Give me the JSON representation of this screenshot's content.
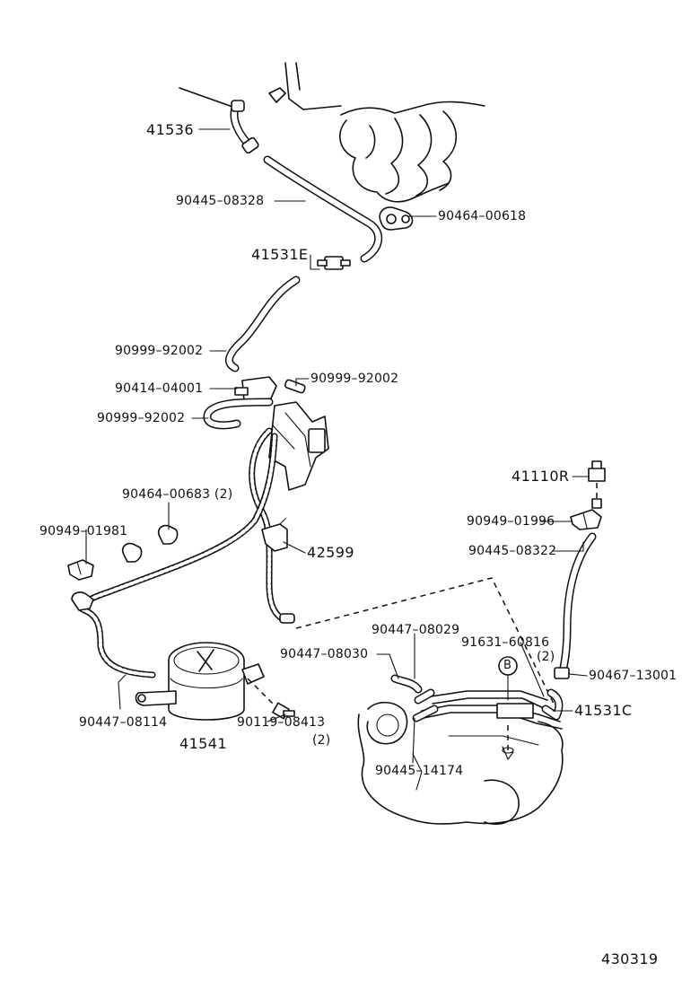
{
  "labels": {
    "p41536": "41536",
    "p90445_08328": "90445–08328",
    "p90464_00618": "90464–00618",
    "p41531E": "41531E",
    "p90999_92002_a": "90999–92002",
    "p90414_04001": "90414–04001",
    "p90999_92002_b": "90999–92002",
    "p90999_92002_c": "90999–92002",
    "p90464_00683": "90464–00683 (2)",
    "p90949_01981": "90949–01981",
    "p42599": "42599",
    "p41110R": "41110R",
    "p90949_01996": "90949–01996",
    "p90445_08322": "90445–08322",
    "p90447_08029": "90447–08029",
    "p90447_08030": "90447–08030",
    "p91631_60816": "91631–60816",
    "p91631_qty": "(2)",
    "p90467_13001": "90467–13001",
    "p41531C": "41531C",
    "p90447_08114": "90447–08114",
    "p90119_08413": "90119–08413",
    "p90119_qty": "(2)",
    "p41541": "41541",
    "p90445_14174": "90445–14174",
    "markerB": "B",
    "figure_number": "430319"
  }
}
